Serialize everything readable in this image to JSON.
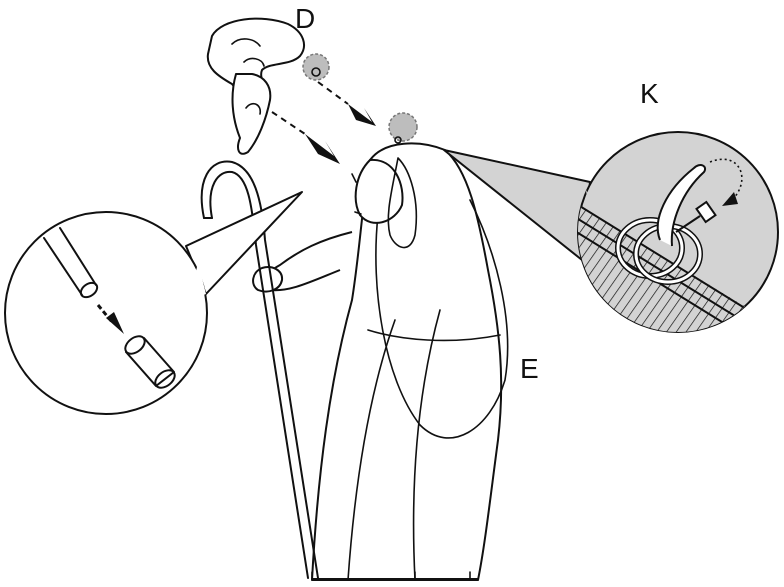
{
  "labels": {
    "part_d": "D",
    "part_e": "E",
    "part_k": "K"
  },
  "colors": {
    "line": "#111111",
    "callout_fill": "#d3d3d3",
    "highlight_fill": "#bdbdbd",
    "background": "#ffffff"
  }
}
